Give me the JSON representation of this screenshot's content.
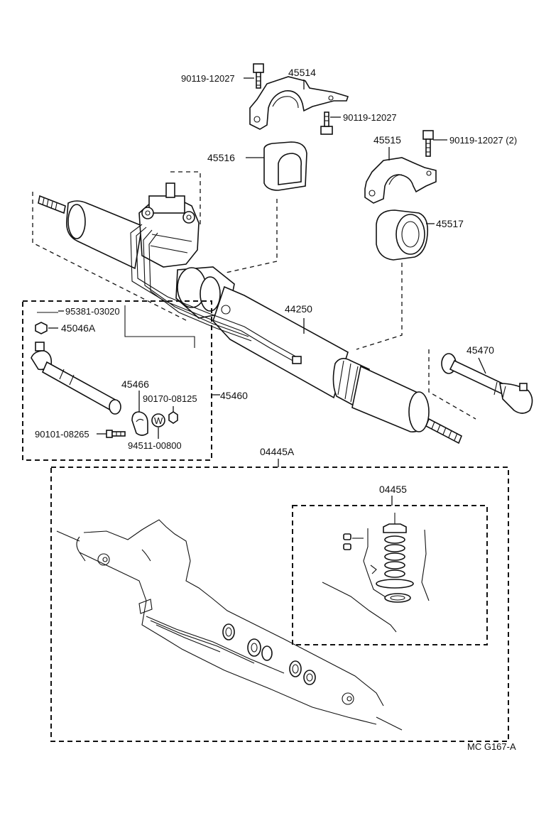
{
  "diagram": {
    "labels": {
      "bolt_top_left": "90119-12027",
      "bracket_45514": "45514",
      "bolt_top_mid": "90119-12027",
      "grommet_45516": "45516",
      "bracket_45515": "45515",
      "bolt_top_right": "90119-12027 (2)",
      "grommet_45517": "45517",
      "rack_44250": "44250",
      "tie_rod_end_45470": "45470",
      "clip_95381": "95381-03020",
      "nut_45046A": "45046A",
      "clamp_45466": "45466",
      "nut_90170": "90170-08125",
      "tie_rod_45460": "45460",
      "bolt_90101": "90101-08265",
      "washer_94511": "94511-00800",
      "washer_symbol": "W",
      "kit_04445A": "04445A",
      "kit_04455": "04455",
      "figure_code": "MC  G167-A"
    }
  }
}
